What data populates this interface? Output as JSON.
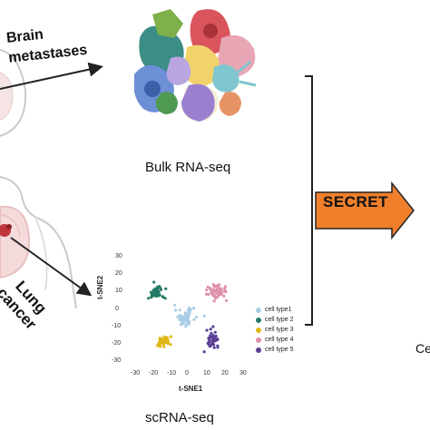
{
  "labels": {
    "brain_line1": "Brain",
    "brain_line2": "metastases",
    "lung_line1": "Lung",
    "lung_line2": "cancer",
    "bulk": "Bulk RNA-seq",
    "scrna": "scRNA-seq",
    "method": "SECRET",
    "cut_off": "Ce"
  },
  "colors": {
    "arrow_fill": "#f07f2c",
    "arrow_stroke": "#222222",
    "tumor": "#c0343c",
    "body_outline": "#c9c9cf",
    "lung_fill": "#f4dada"
  },
  "chart_data": {
    "type": "scatter",
    "xlabel": "t-SNE1",
    "ylabel": "t-SNE2",
    "xlim": [
      -30,
      30
    ],
    "ylim": [
      -30,
      30
    ],
    "xticks": [
      "-30",
      "-20",
      "-10",
      "0",
      "10",
      "20",
      "30"
    ],
    "yticks": [
      "30",
      "20",
      "10",
      "0",
      "-10",
      "-20",
      "-30"
    ],
    "legend_position": "right",
    "series": [
      {
        "name": "cell type1",
        "color": "#a9cde6",
        "center": [
          -3,
          -5
        ],
        "spread": [
          5,
          4.5
        ],
        "count": 60
      },
      {
        "name": "cell type 2",
        "color": "#237a67",
        "center": [
          -19,
          9
        ],
        "spread": [
          4,
          3.5
        ],
        "count": 45
      },
      {
        "name": "cell type 3",
        "color": "#e0b817",
        "center": [
          -15,
          -19
        ],
        "spread": [
          4,
          3
        ],
        "count": 40
      },
      {
        "name": "cell type 4",
        "color": "#de90a8",
        "center": [
          15,
          10
        ],
        "spread": [
          5,
          4
        ],
        "count": 55
      },
      {
        "name": "cell type 5",
        "color": "#5a3f94",
        "center": [
          12,
          -17
        ],
        "spread": [
          3,
          4
        ],
        "count": 40
      }
    ]
  }
}
